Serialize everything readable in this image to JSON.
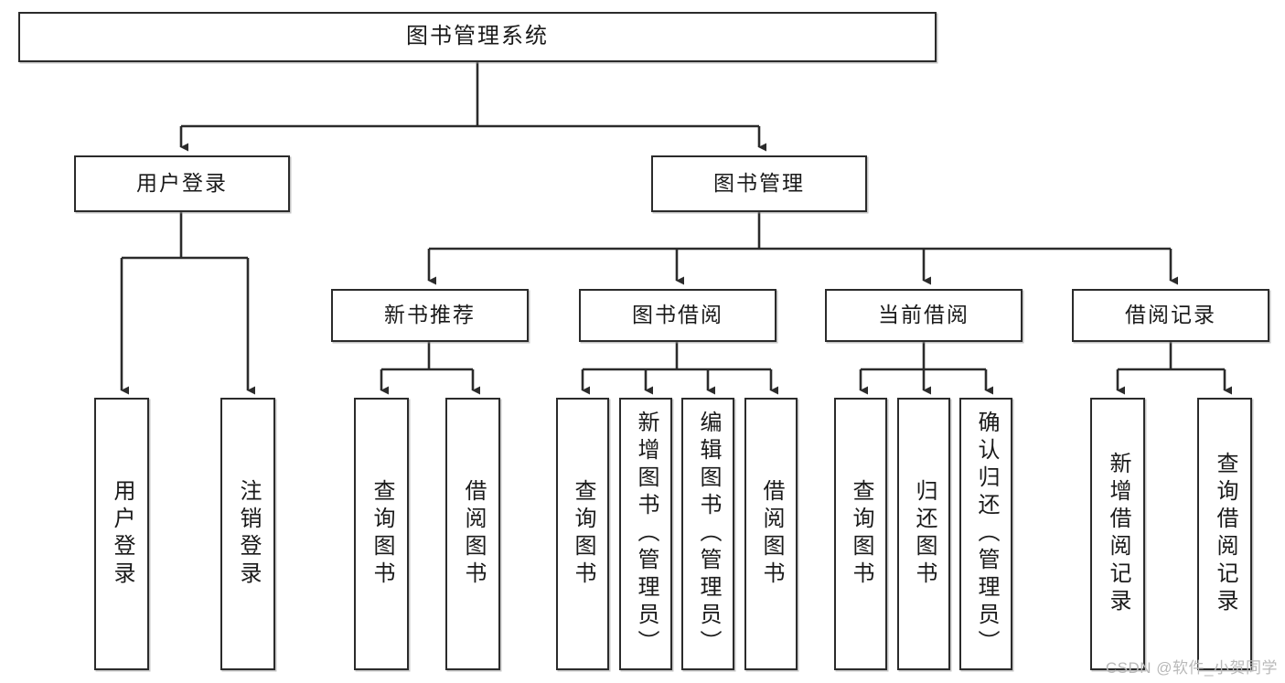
{
  "diagram": {
    "title": "图书管理系统",
    "type": "tree-hierarchy-chart",
    "background_color": "#ffffff",
    "line_color": "#2b2b2b",
    "text_color": "#1a1a1a"
  },
  "root": {
    "label": "图书管理系统"
  },
  "level2": [
    {
      "label": "用户登录"
    },
    {
      "label": "图书管理"
    }
  ],
  "level3": [
    {
      "label": "新书推荐"
    },
    {
      "label": "图书借阅"
    },
    {
      "label": "当前借阅"
    },
    {
      "label": "借阅记录"
    }
  ],
  "leaves": {
    "user_login": [
      {
        "label": "用户登录"
      },
      {
        "label": "注销登录"
      }
    ],
    "new_book_recommend": [
      {
        "label": "查询图书"
      },
      {
        "label": "借阅图书"
      }
    ],
    "book_borrow": [
      {
        "label": "查询图书"
      },
      {
        "label": "新增图书（管理员）"
      },
      {
        "label": "编辑图书（管理员）"
      },
      {
        "label": "借阅图书"
      }
    ],
    "current_borrow": [
      {
        "label": "查询图书"
      },
      {
        "label": "归还图书"
      },
      {
        "label": "确认归还（管理员）"
      }
    ],
    "borrow_record": [
      {
        "label": "新增借阅记录"
      },
      {
        "label": "查询借阅记录"
      }
    ]
  },
  "watermark": {
    "text": "CSDN @软件_小贺同学"
  }
}
